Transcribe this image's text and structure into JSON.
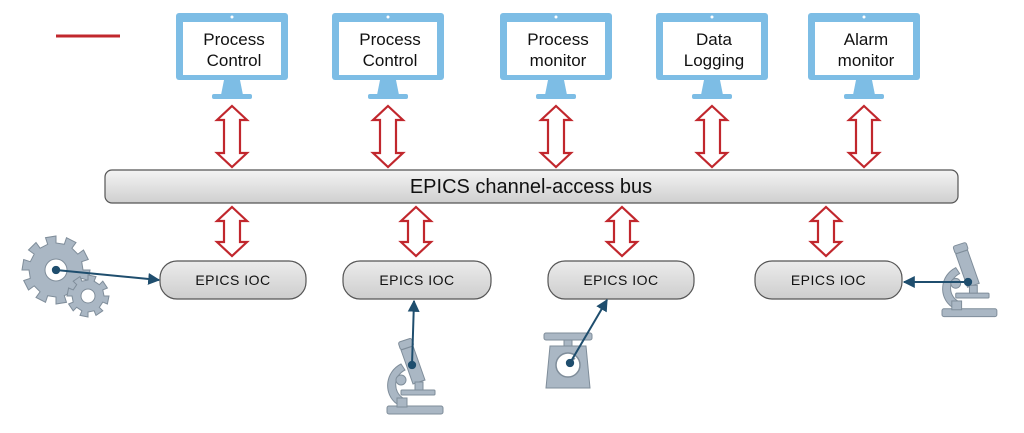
{
  "monitors": [
    {
      "lines": [
        "Process",
        "Control"
      ]
    },
    {
      "lines": [
        "Process",
        "Control"
      ]
    },
    {
      "lines": [
        "Process",
        "monitor"
      ]
    },
    {
      "lines": [
        "Data",
        "Logging"
      ]
    },
    {
      "lines": [
        "Alarm",
        "monitor"
      ]
    }
  ],
  "bus": {
    "label": "EPICS channel-access bus"
  },
  "iocs": [
    {
      "label": "EPICS IOC",
      "device": "gears-icon"
    },
    {
      "label": "EPICS IOC",
      "device": "microscope-icon"
    },
    {
      "label": "EPICS IOC",
      "device": "scale-icon"
    },
    {
      "label": "EPICS IOC",
      "device": "microscope-icon"
    }
  ],
  "colors": {
    "monitor_frame": "#7dbde5",
    "arrow": "#c1272d",
    "bus_fill": "#dcdcdc",
    "ioc_fill": "#d9d9d9",
    "device": "#aab7c4",
    "connector": "#1f4e6e",
    "legend_line": "#c1272d"
  }
}
